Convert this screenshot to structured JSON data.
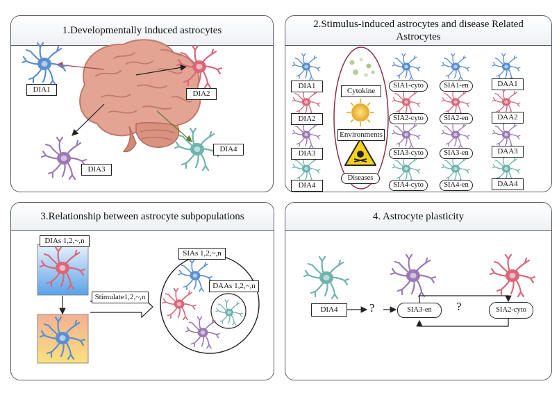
{
  "panel1": {
    "title": "1.Developmentally induced astrocytes",
    "labels": {
      "dia1": "DIA1",
      "dia2": "DIA2",
      "dia3": "DIA3",
      "dia4": "DIA4"
    }
  },
  "panel2": {
    "title": "2.Stimulus-induced astrocytes and disease Related Astrocytes",
    "dia": [
      "DIA1",
      "DIA2",
      "DIA3",
      "DIA4"
    ],
    "stimuli": [
      "Cytokine",
      "Environments",
      "Diseases"
    ],
    "sia_cyto": [
      "SIA1-cyto",
      "SIA2-cyto",
      "SIA3-cyto",
      "SIA4-cyto"
    ],
    "sia_en": [
      "SIA1-en",
      "SIA2-en",
      "SIA3-en",
      "SIA4-en"
    ],
    "daa": [
      "DAA1",
      "DAA2",
      "DAA3",
      "DAA4"
    ]
  },
  "panel3": {
    "title": "3.Relationship between astrocyte subpopulations",
    "dias_label": "DIAs 1,2,~,n",
    "stimulate_label": "Stimulate1,2,~,n",
    "sias_label": "SIAs 1,2,~,n",
    "daas_label": "DAAs 1,2,~,n"
  },
  "panel4": {
    "title": "4. Astrocyte plasticity",
    "dia4": "DIA4",
    "sia3en": "SIA3-en",
    "sia2cyto": "SIA2-cyto",
    "q1": "?",
    "q2": "?"
  },
  "colors": {
    "blue": "#5b8fd1",
    "pink": "#d9677a",
    "purple": "#9b79b4",
    "teal": "#6fb3ad",
    "brain": "#e3a493",
    "ellipse": "#8a2f46",
    "panel_border": "#555a66"
  }
}
